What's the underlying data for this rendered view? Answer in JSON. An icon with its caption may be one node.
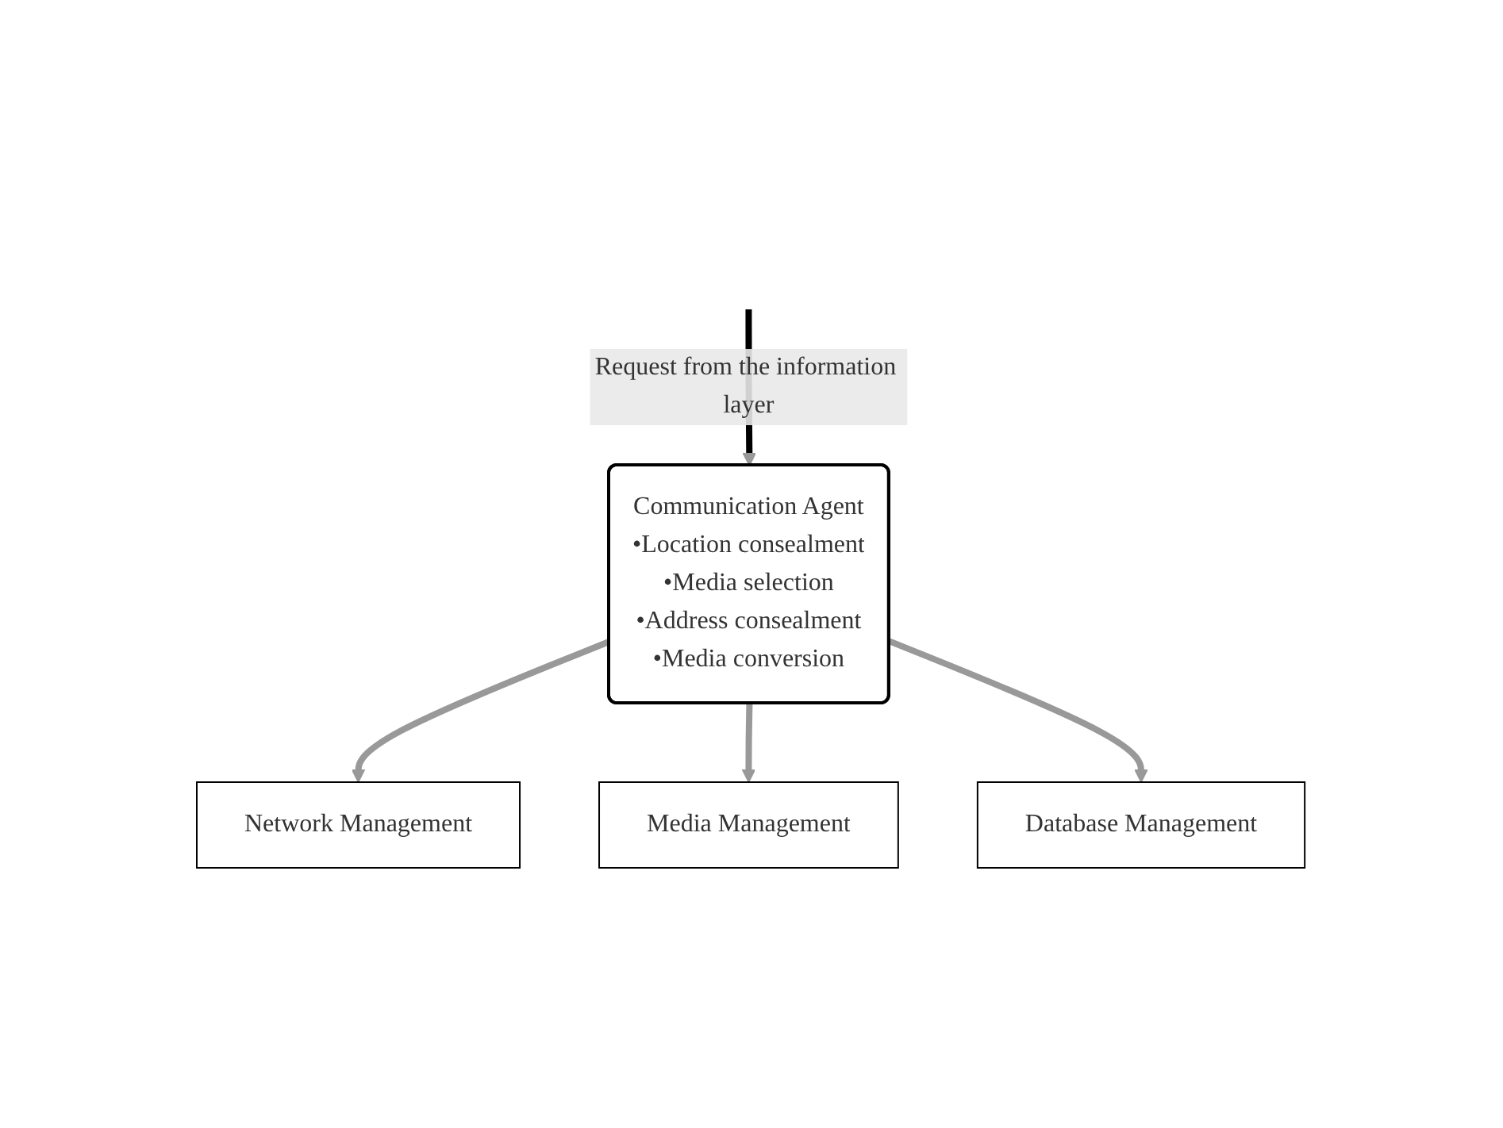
{
  "diagram": {
    "nodes": [
      {
        "text": [
          "Communication Agent",
          "•Location consealment",
          "•Media selection",
          "•Address consealment",
          "•Media conversion"
        ]
      },
      {
        "text": [
          "Network Management"
        ]
      },
      {
        "text": [
          "Media Management"
        ]
      },
      {
        "text": [
          "Database Management"
        ]
      }
    ],
    "edges": [
      {
        "from": null,
        "to": 0,
        "arrow": "to",
        "label": "Request from the information layer",
        "color": "#000000"
      },
      {
        "from": 0,
        "to": 1,
        "arrow": "to"
      },
      {
        "from": 0,
        "to": 2,
        "arrow": "to"
      },
      {
        "from": 0,
        "to": 3,
        "arrow": "to"
      }
    ]
  }
}
